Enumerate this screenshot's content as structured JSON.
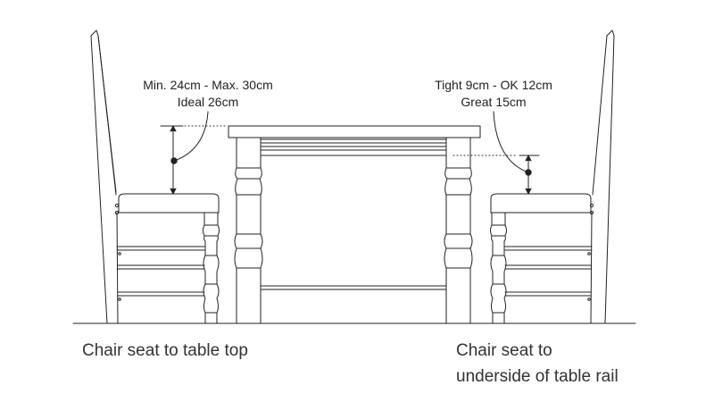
{
  "left_measure": {
    "line1": "Min. 24cm - Max. 30cm",
    "line2": "Ideal 26cm"
  },
  "right_measure": {
    "line1": "Tight 9cm - OK 12cm",
    "line2": "Great 15cm"
  },
  "captions": {
    "left": "Chair seat to table top",
    "right_line1": "Chair seat to",
    "right_line2": "underside of table rail"
  }
}
